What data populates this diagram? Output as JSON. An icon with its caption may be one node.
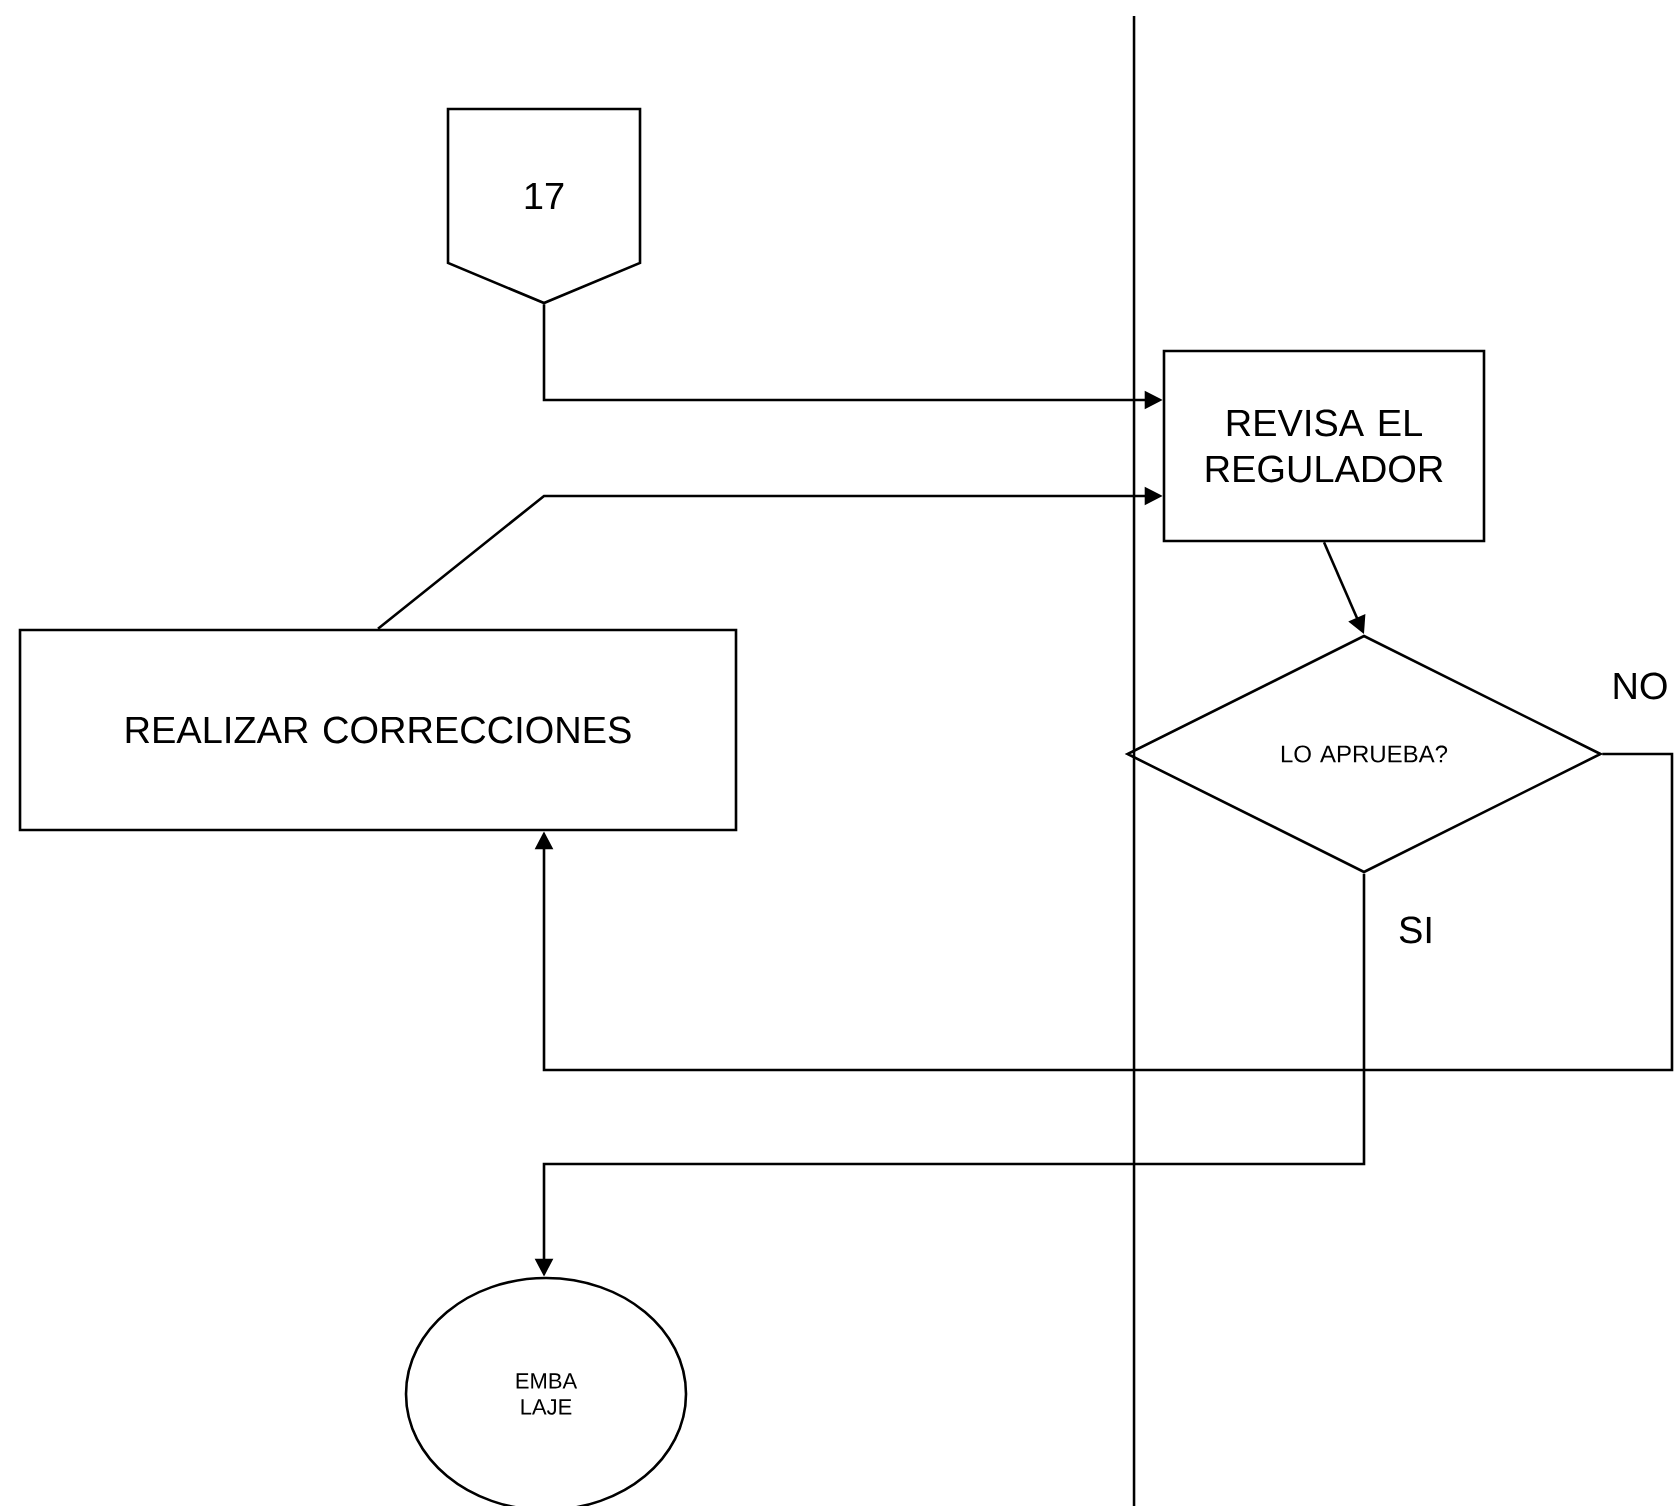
{
  "diagram": {
    "nodes": [
      {
        "text": [
          "17"
        ]
      },
      {
        "text": [
          "REVISA EL REGULADOR"
        ]
      },
      {
        "text": [
          "LO APRUEBA?"
        ]
      },
      {
        "text": [
          "REALIZAR CORRECCIONES"
        ]
      },
      {
        "text": [
          "EMBA LAJE"
        ]
      }
    ],
    "edges": [
      {
        "from": 0,
        "to": 1,
        "arrow": "to"
      },
      {
        "from": 3,
        "to": 1,
        "arrow": "to"
      },
      {
        "from": 1,
        "to": 2,
        "arrow": "to"
      },
      {
        "from": 2,
        "to": 3,
        "arrow": "to",
        "label": "NO"
      },
      {
        "from": 2,
        "to": 4,
        "arrow": "to",
        "label": "SI"
      }
    ]
  }
}
